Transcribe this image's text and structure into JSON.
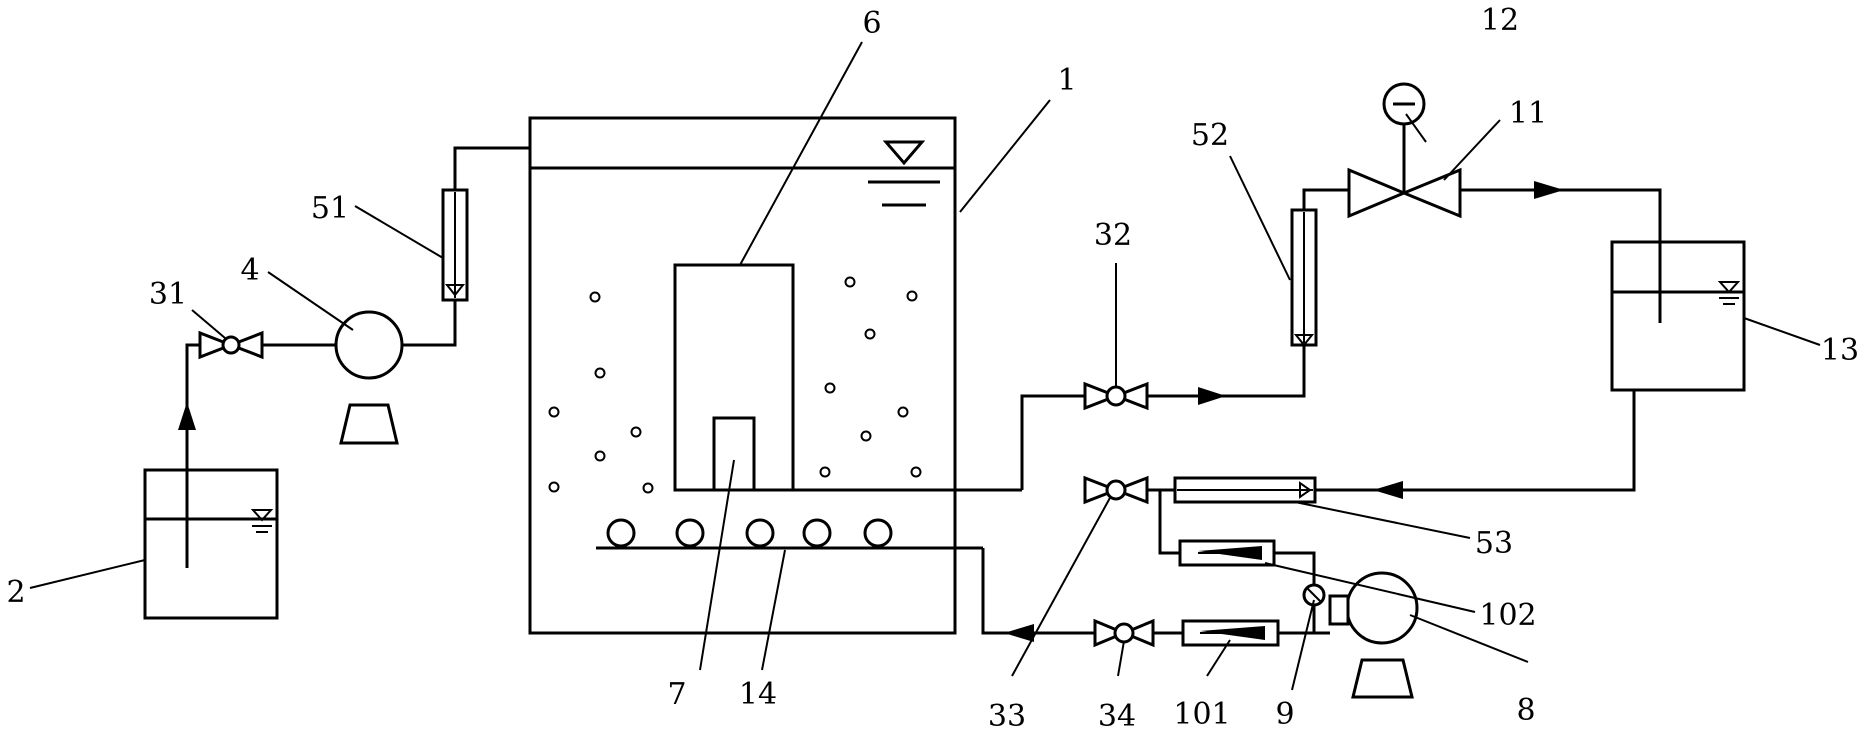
{
  "labels": {
    "l1": "1",
    "l2": "2",
    "l4": "4",
    "l6": "6",
    "l7": "7",
    "l8": "8",
    "l9": "9",
    "l11": "11",
    "l12": "12",
    "l13": "13",
    "l14": "14",
    "l31": "31",
    "l32": "32",
    "l33": "33",
    "l34": "34",
    "l51": "51",
    "l52": "52",
    "l53": "53",
    "l101": "101",
    "l102": "102"
  }
}
